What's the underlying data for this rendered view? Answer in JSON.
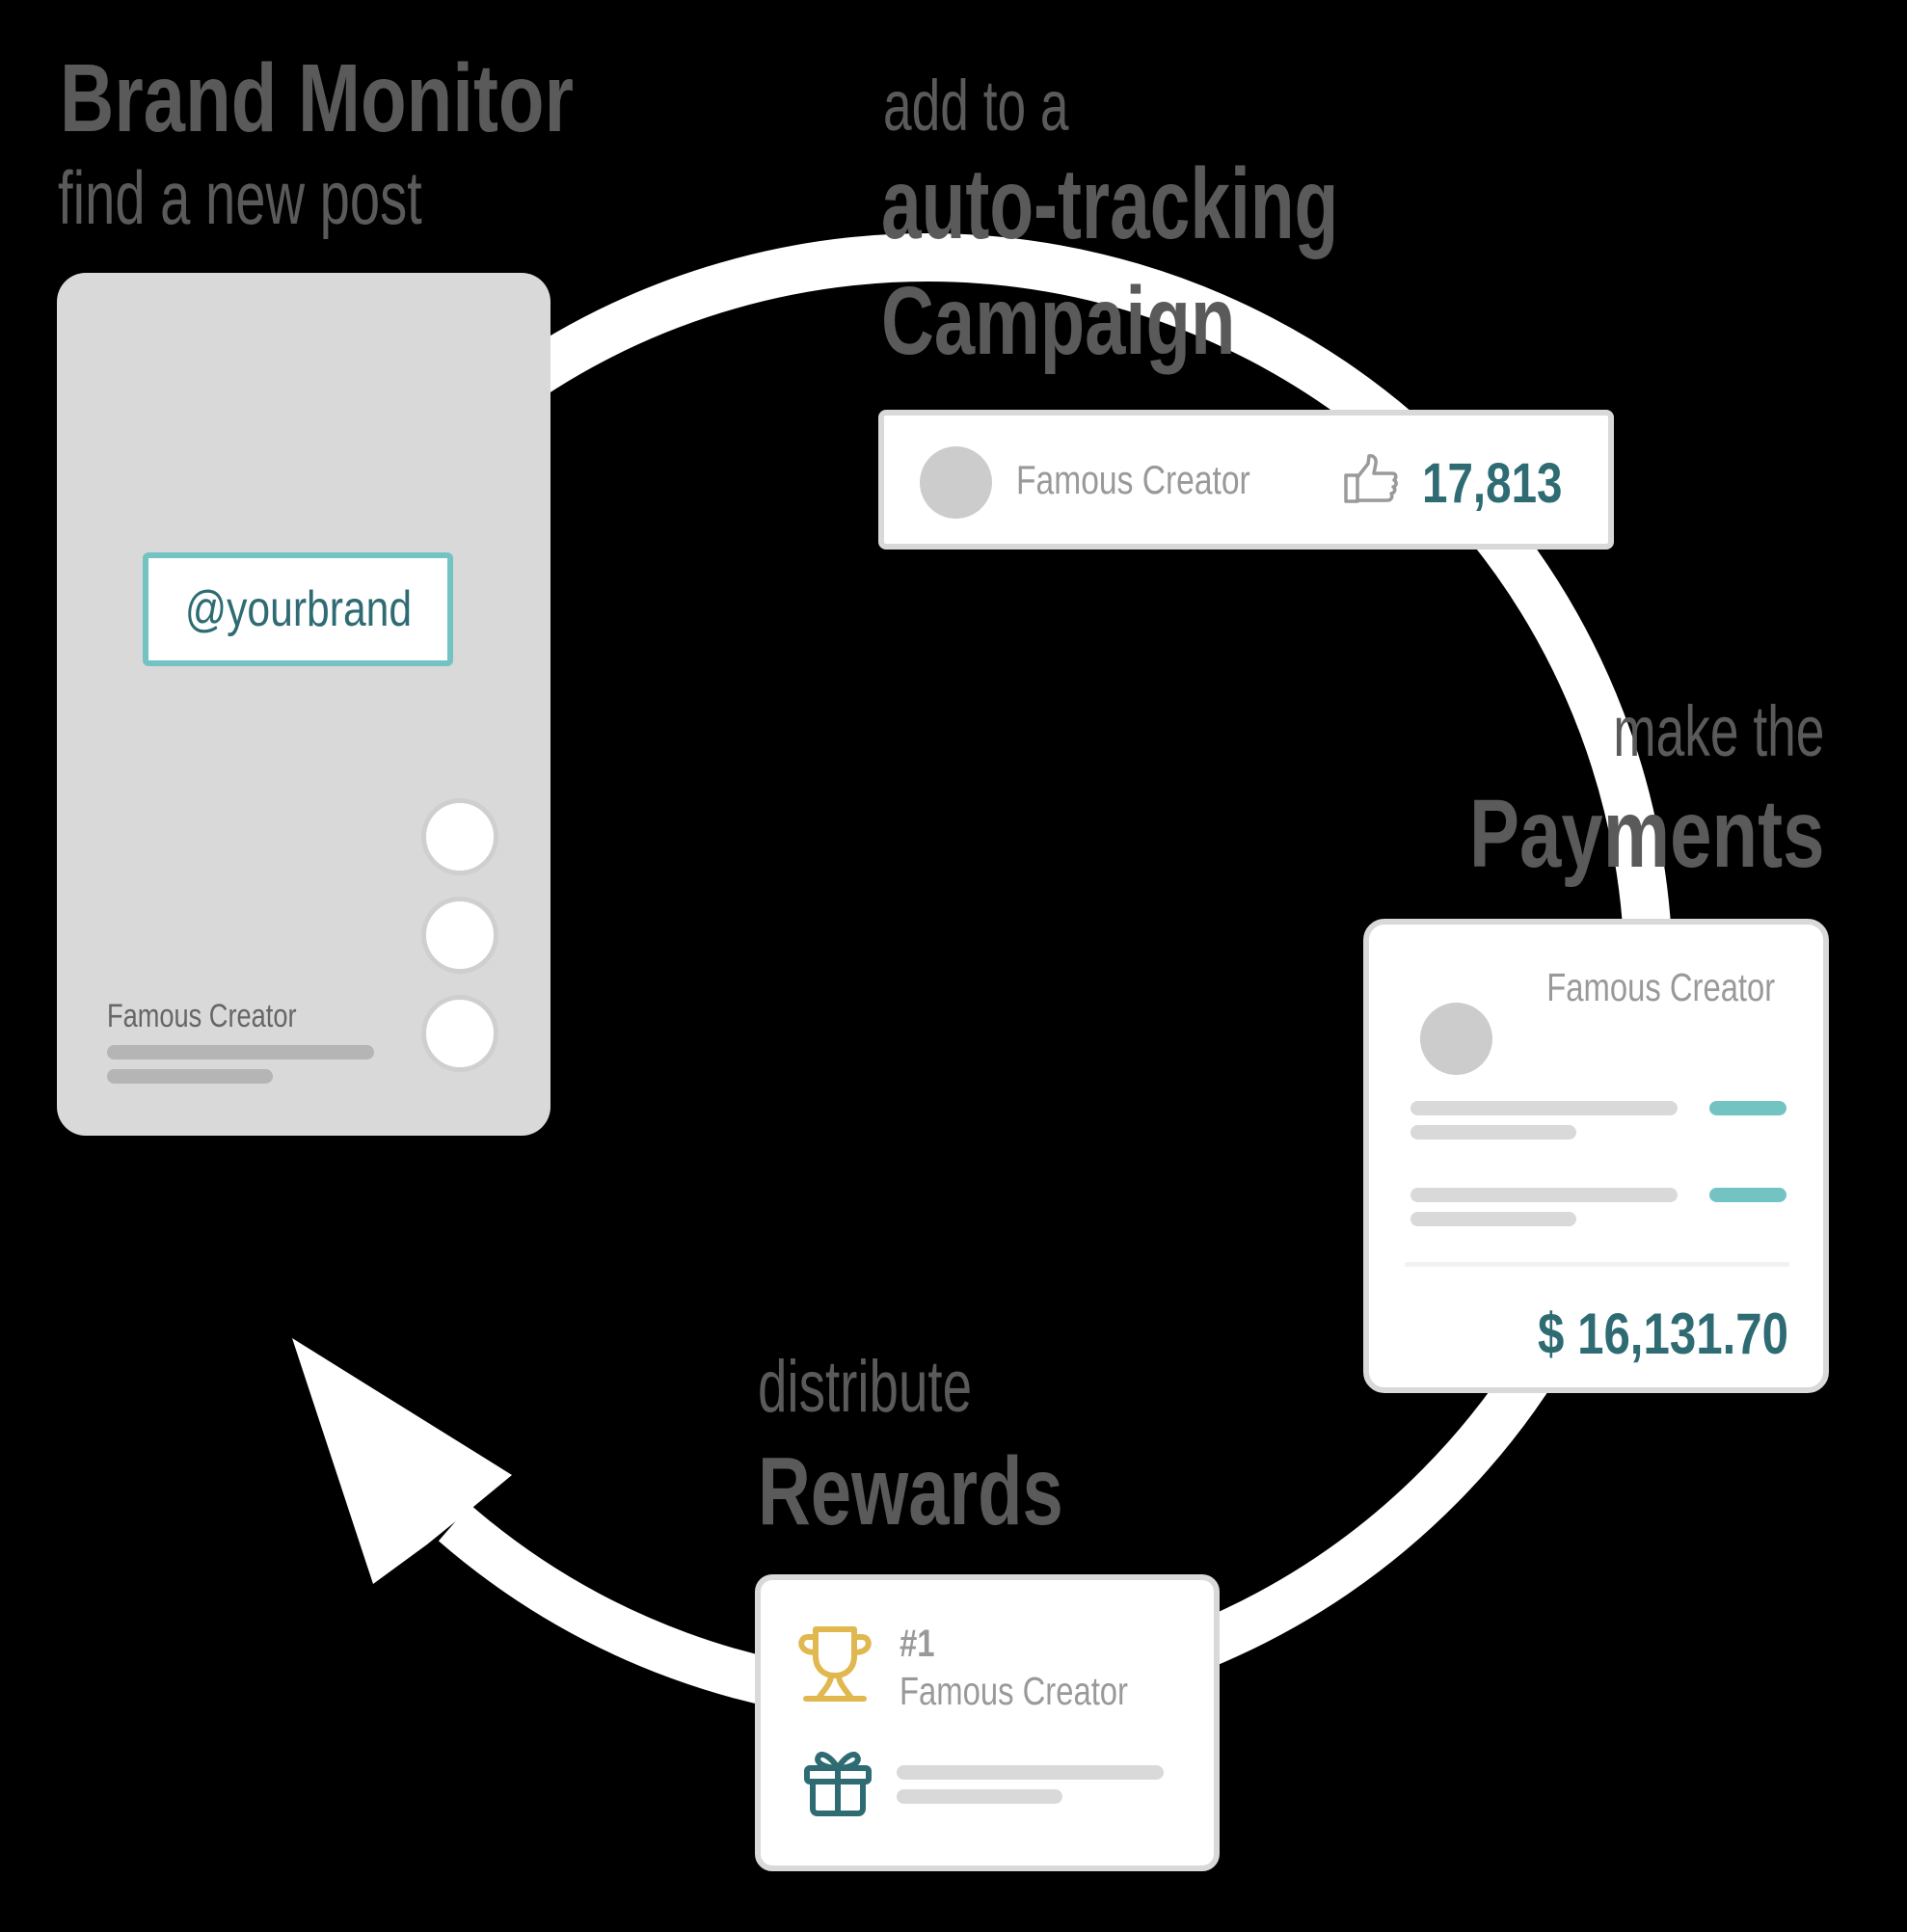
{
  "steps": {
    "monitor": {
      "title": "Brand Monitor",
      "subtitle": "find a new post"
    },
    "campaign": {
      "pre": "add to a",
      "line1": "auto-tracking",
      "line2": "Campaign"
    },
    "payments": {
      "pre": "make the",
      "title": "Payments"
    },
    "rewards": {
      "pre": "distribute",
      "title": "Rewards"
    }
  },
  "phone_card": {
    "mention": "@yourbrand",
    "creator_name": "Famous Creator",
    "action_buttons": 3
  },
  "campaign_card": {
    "creator_name": "Famous Creator",
    "likes_icon": "thumbs-up-icon",
    "likes": "17,813"
  },
  "payments_card": {
    "creator_name": "Famous Creator",
    "total": "$ 16,131.70"
  },
  "rewards_card": {
    "rank": "#1",
    "creator_name": "Famous Creator",
    "rank_icon": "trophy-icon",
    "reward_icon": "gift-icon"
  },
  "colors": {
    "background": "#000000",
    "heading": "#5a5a5a",
    "accent_teal": "#2e6b73",
    "accent_light_teal": "#74c3c3",
    "trophy_gold": "#e0b84f",
    "card_border": "#d9d9d9",
    "muted_text": "#999999",
    "cycle_arrow": "#ffffff"
  }
}
